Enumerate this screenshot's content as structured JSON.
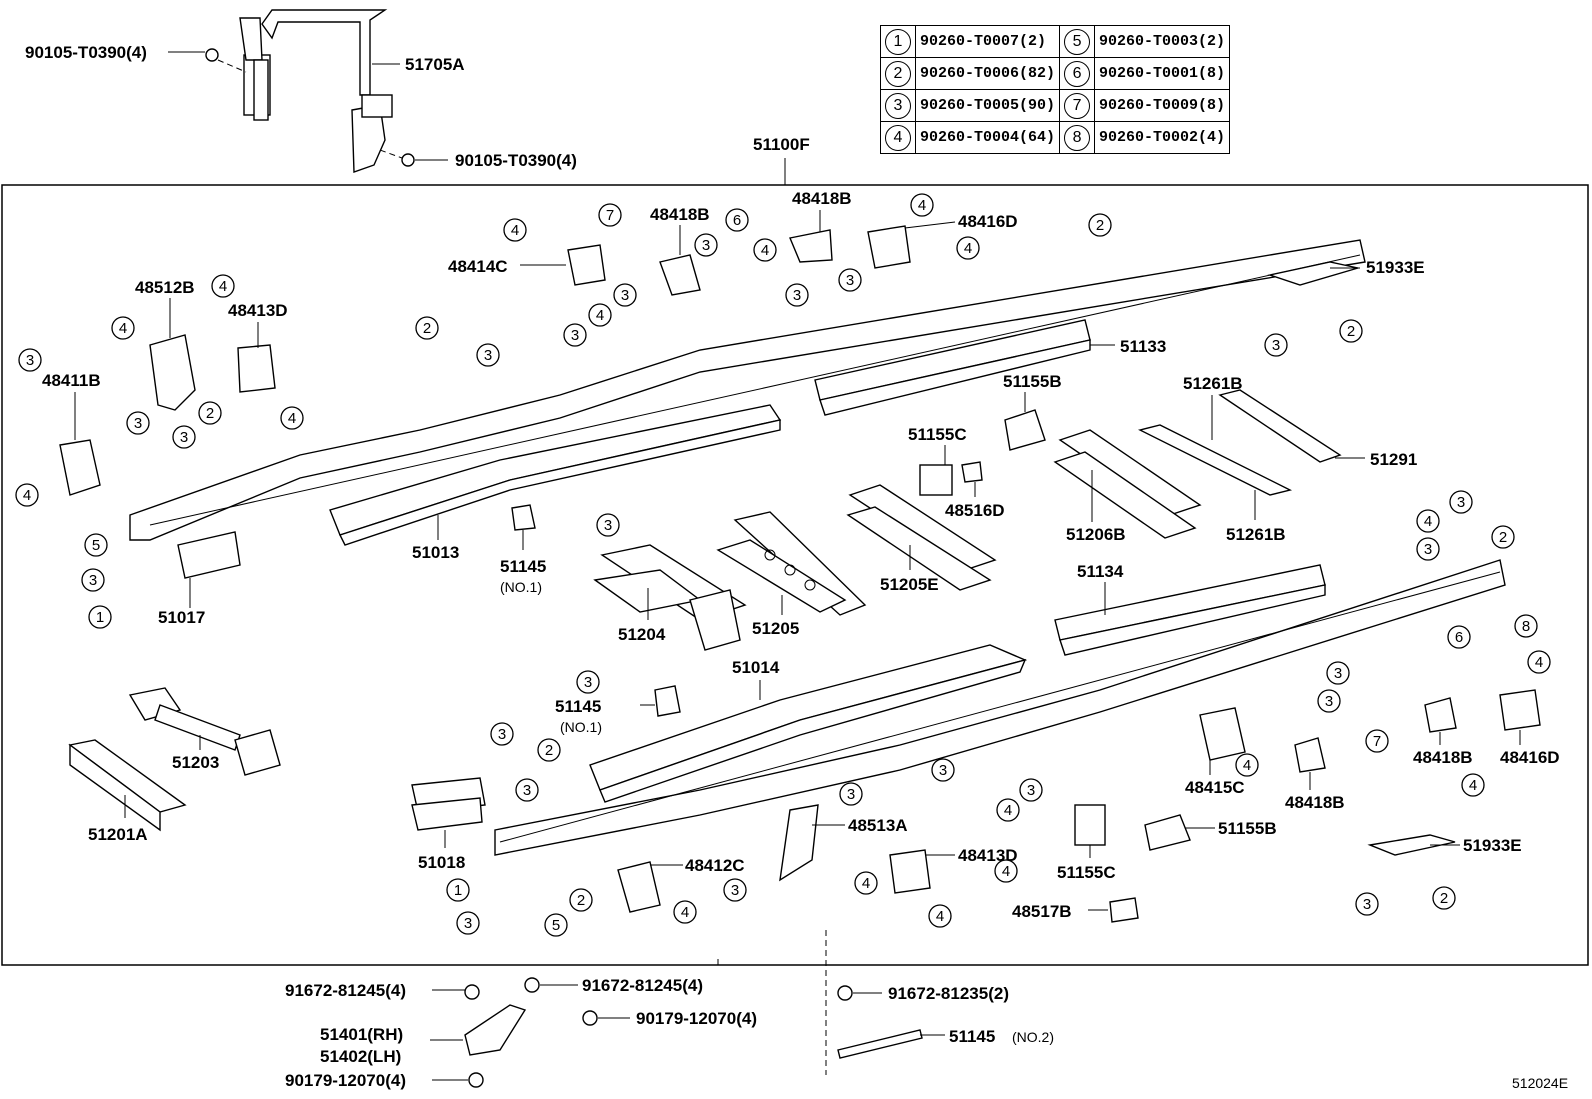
{
  "legend": [
    {
      "num": "1",
      "part": "90260-T0007(2)"
    },
    {
      "num": "2",
      "part": "90260-T0006(82)"
    },
    {
      "num": "3",
      "part": "90260-T0005(90)"
    },
    {
      "num": "4",
      "part": "90260-T0004(64)"
    },
    {
      "num": "5",
      "part": "90260-T0003(2)"
    },
    {
      "num": "6",
      "part": "90260-T0001(8)"
    },
    {
      "num": "7",
      "part": "90260-T0009(8)"
    },
    {
      "num": "8",
      "part": "90260-T0002(4)"
    }
  ],
  "labels": {
    "p90105a": "90105-T0390(4)",
    "p90105b": "90105-T0390(4)",
    "p51705A": "51705A",
    "p51100F": "51100F",
    "p48418B_1": "48418B",
    "p48418B_2": "48418B",
    "p48416D_1": "48416D",
    "p48414C": "48414C",
    "p51933E_1": "51933E",
    "p48512B": "48512B",
    "p48413D_1": "48413D",
    "p48411B": "48411B",
    "p51133": "51133",
    "p51155B_1": "51155B",
    "p51261B_1": "51261B",
    "p51155C_1": "51155C",
    "p51291": "51291",
    "p48516D": "48516D",
    "p51206B": "51206B",
    "p51261B_2": "51261B",
    "p51013": "51013",
    "p51145_1": "51145",
    "p51145_1n": "(NO.1)",
    "p51017": "51017",
    "p51205E": "51205E",
    "p51204": "51204",
    "p51205": "51205",
    "p51134": "51134",
    "p51014": "51014",
    "p51145_2": "51145",
    "p51145_2n": "(NO.1)",
    "p51203": "51203",
    "p51201A": "51201A",
    "p48418B_3": "48418B",
    "p48416D_2": "48416D",
    "p48415C": "48415C",
    "p48418B_4": "48418B",
    "p51155B_2": "51155B",
    "p51933E_2": "51933E",
    "p48513A": "48513A",
    "p48413D_2": "48413D",
    "p51018": "51018",
    "p48412C": "48412C",
    "p51155C_2": "51155C",
    "p48517B": "48517B",
    "p91672a": "91672-81245(4)",
    "p91672b": "91672-81245(4)",
    "p91672c": "91672-81235(2)",
    "p90179a": "90179-12070(4)",
    "p90179b": "90179-12070(4)",
    "p51401": "51401(RH)",
    "p51402": "51402(LH)",
    "p51145_3": "51145",
    "p51145_3n": "(NO.2)",
    "ref": "512024E"
  }
}
